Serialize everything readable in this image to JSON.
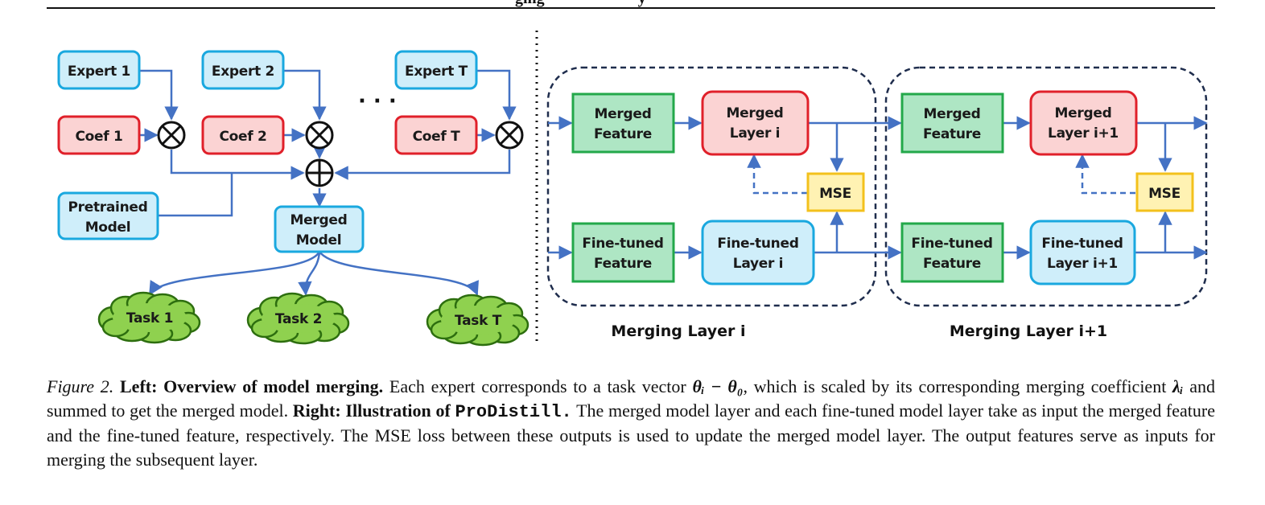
{
  "header": {
    "fragment": "ging                             y"
  },
  "left_diagram": {
    "experts": [
      "Expert 1",
      "Expert 2",
      "Expert T"
    ],
    "coefs": [
      "Coef 1",
      "Coef 2",
      "Coef T"
    ],
    "ellipsis": "· · ·",
    "multiply_symbol": "⊗",
    "sum_symbol": "⊕",
    "pretrained": [
      "Pretrained",
      "Model"
    ],
    "merged": [
      "Merged",
      "Model"
    ],
    "tasks": [
      "Task 1",
      "Task 2",
      "Task T"
    ]
  },
  "right_diagram": {
    "blocks": [
      {
        "label": "Merging Layer i",
        "merged_feature": [
          "Merged",
          "Feature"
        ],
        "merged_layer": [
          "Merged",
          "Layer i"
        ],
        "finetuned_feature": [
          "Fine-tuned",
          "Feature"
        ],
        "finetuned_layer": [
          "Fine-tuned",
          "Layer i"
        ],
        "mse": "MSE"
      },
      {
        "label": "Merging Layer i+1",
        "merged_feature": [
          "Merged",
          "Feature"
        ],
        "merged_layer": [
          "Merged",
          "Layer i+1"
        ],
        "finetuned_feature": [
          "Fine-tuned",
          "Feature"
        ],
        "finetuned_layer": [
          "Fine-tuned",
          "Layer i+1"
        ],
        "mse": "MSE"
      }
    ]
  },
  "colors": {
    "expert_fill": "#cfeefa",
    "expert_stroke": "#1aa8df",
    "coef_fill": "#fbd3d3",
    "coef_stroke": "#e0202a",
    "feature_fill": "#aee6c4",
    "feature_stroke": "#23a84a",
    "mse_fill": "#fff2b3",
    "mse_stroke": "#f3c11c",
    "task_fill": "#8fd14f",
    "task_stroke": "#2d6e0f",
    "arrow": "#4472c4",
    "dashed_box": "#1f2d4d"
  },
  "caption": {
    "figure_label": "Figure 2.",
    "left_title": "Left: Overview of model merging.",
    "left_text_1": "Each expert corresponds to a task vector",
    "task_vector": "θᵢ − θ₀",
    "left_text_2": ", which is scaled by its corresponding merging coefficient",
    "coef_symbol": "λᵢ",
    "left_text_3": "and summed to get the merged model.",
    "right_title": "Right: Illustration of",
    "method_name": "ProDistill.",
    "right_text": "The merged model layer and each fine-tuned model layer take as input the merged feature and the fine-tuned feature, respectively. The MSE loss between these outputs is used to update the merged model layer. The output features serve as inputs for merging the subsequent layer."
  }
}
